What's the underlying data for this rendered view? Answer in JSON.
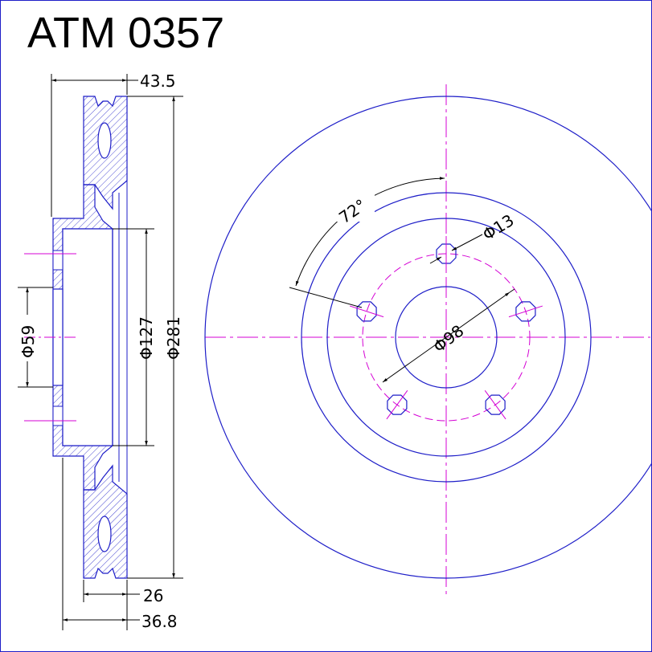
{
  "title": "ATM 0357",
  "dimensions": {
    "hub_height": "43.5",
    "outer_diameter": "Φ281",
    "pilot_diameter": "Φ127",
    "center_bore": "Φ59",
    "disc_thickness": "26",
    "overall_width": "36.8",
    "bolt_circle": "Φ98",
    "bolt_hole": "Φ13",
    "bolt_angle": "72°"
  },
  "colors": {
    "outline": "#1e1ec8",
    "centerline": "#d400d4",
    "dimension": "#000000",
    "hatch": "#1e1ec8"
  }
}
